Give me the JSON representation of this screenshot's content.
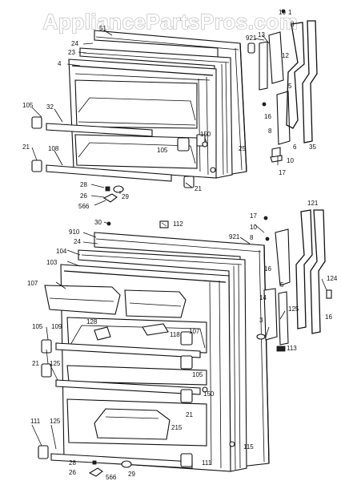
{
  "watermark": "AppliancePartsPros.com",
  "callouts": {
    "c16a": "16",
    "c1": "1",
    "c8a": "8",
    "c51": "51",
    "c921a": "921",
    "c13": "13",
    "c24a": "24",
    "c23": "23",
    "c12": "12",
    "c4": "4",
    "c5a": "5",
    "c105a": "105",
    "c32": "32",
    "c16b": "16",
    "c150a": "150",
    "c8b": "8",
    "c25": "25",
    "c6": "6",
    "c35": "35",
    "c10a": "10",
    "c105b": "105",
    "c21a": "21",
    "c108": "108",
    "c17a": "17",
    "c28a": "28",
    "c21b": "21",
    "c26a": "26",
    "c29a": "29",
    "c566a": "566",
    "c121": "121",
    "c17b": "17",
    "c30": "30",
    "c112": "112",
    "c10b": "10",
    "c910": "910",
    "c921b": "921",
    "c8c": "8",
    "c24b": "24",
    "c104": "104",
    "c103": "103",
    "c16c": "16",
    "c107a": "107",
    "c124": "124",
    "c14": "14",
    "c5b": "5",
    "c125a": "125",
    "c16d": "16",
    "c128": "128",
    "c118": "118",
    "c107b": "107",
    "c3": "3",
    "c105c": "105",
    "c109": "109",
    "c113": "113",
    "c105d": "105",
    "c21c": "21",
    "c125b": "125",
    "c150b": "150",
    "c21d": "21",
    "c111a": "111",
    "c125c": "125",
    "c215": "215",
    "c115": "115",
    "c28b": "28",
    "c111b": "111",
    "c26b": "26",
    "c29b": "29",
    "c566b": "566"
  }
}
